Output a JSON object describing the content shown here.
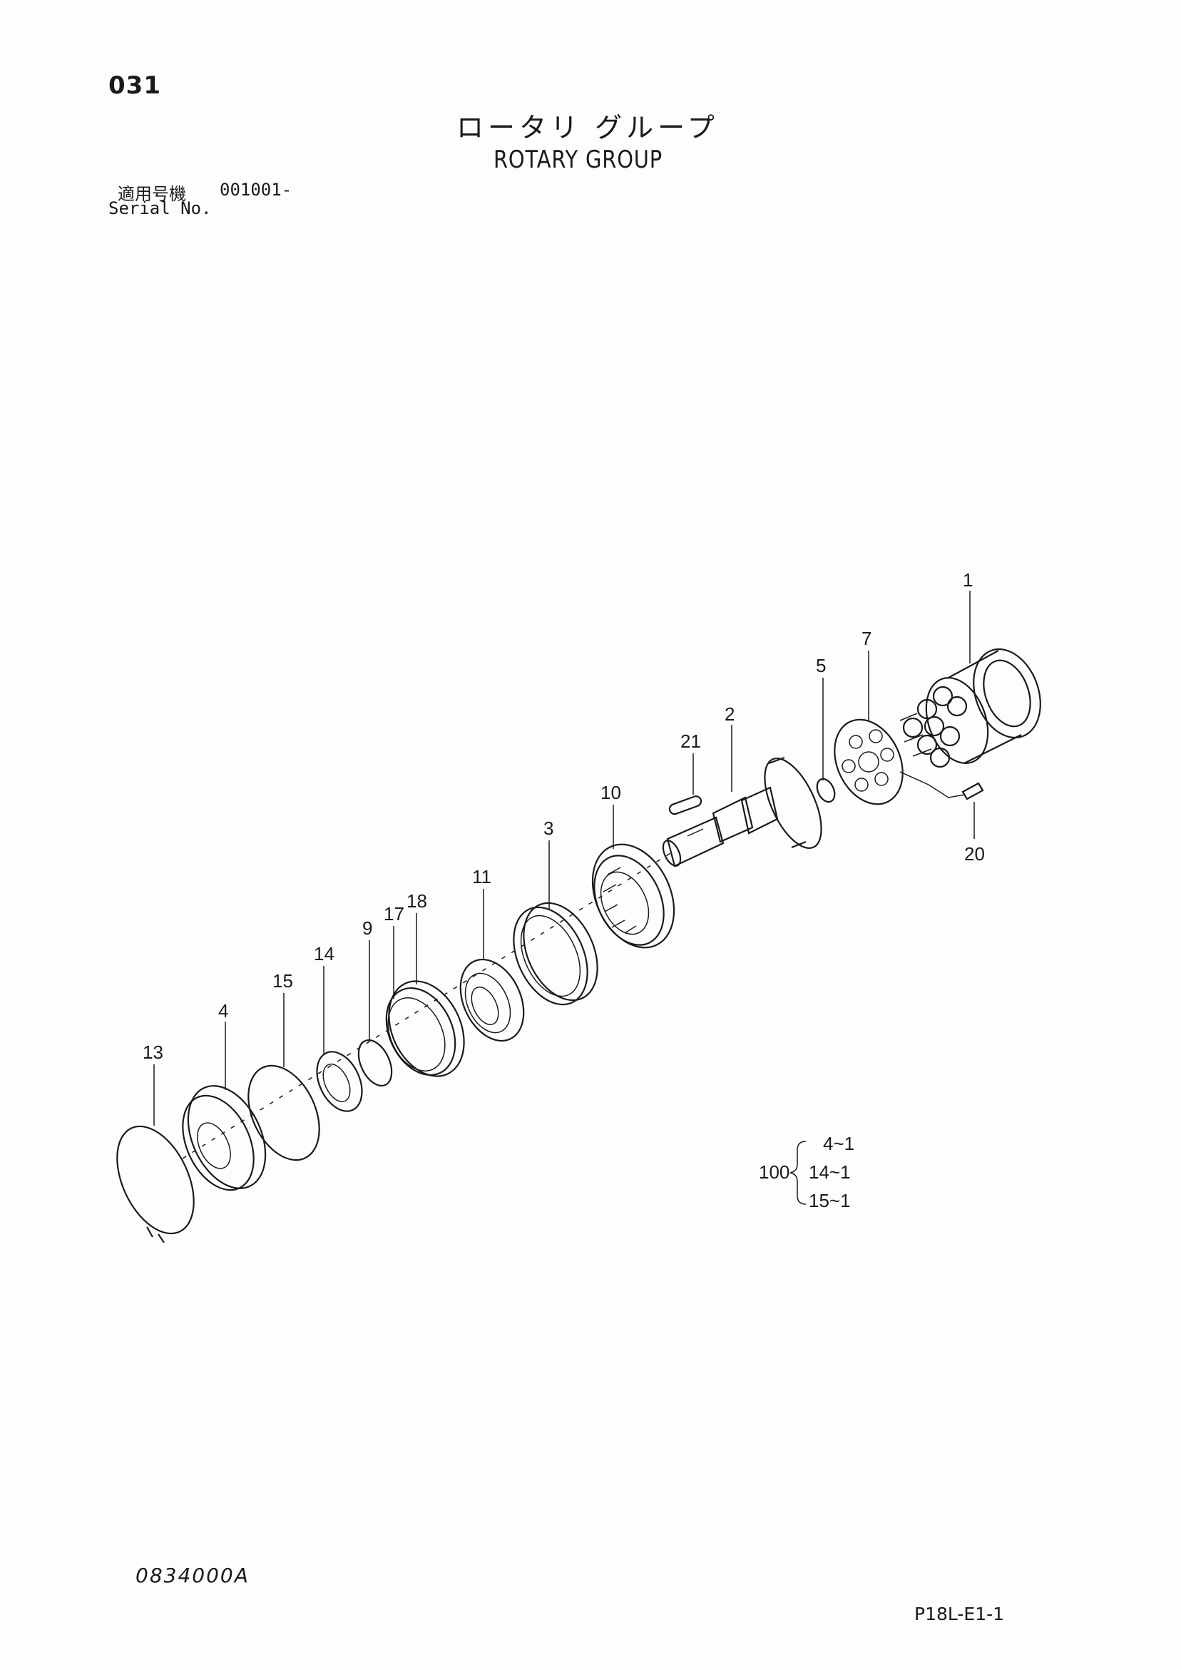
{
  "page_number": "031",
  "title_jp": "ロータリ グループ",
  "title_en": "ROTARY GROUP",
  "serial": {
    "label_jp": "適用号機",
    "value": "001001-",
    "label_en": "Serial No."
  },
  "parts": [
    {
      "id": "1",
      "label": "1"
    },
    {
      "id": "2",
      "label": "2"
    },
    {
      "id": "3",
      "label": "3"
    },
    {
      "id": "4",
      "label": "4"
    },
    {
      "id": "5",
      "label": "5"
    },
    {
      "id": "7",
      "label": "7"
    },
    {
      "id": "9",
      "label": "9"
    },
    {
      "id": "10",
      "label": "10"
    },
    {
      "id": "11",
      "label": "11"
    },
    {
      "id": "13",
      "label": "13"
    },
    {
      "id": "14",
      "label": "14"
    },
    {
      "id": "15",
      "label": "15"
    },
    {
      "id": "17",
      "label": "17"
    },
    {
      "id": "18",
      "label": "18"
    },
    {
      "id": "20",
      "label": "20"
    },
    {
      "id": "21",
      "label": "21"
    }
  ],
  "kit": {
    "number": "100",
    "items": [
      "4~1",
      "14~1",
      "15~1"
    ]
  },
  "document_code": "0834000A",
  "page_ref": "P18L-E1-1"
}
